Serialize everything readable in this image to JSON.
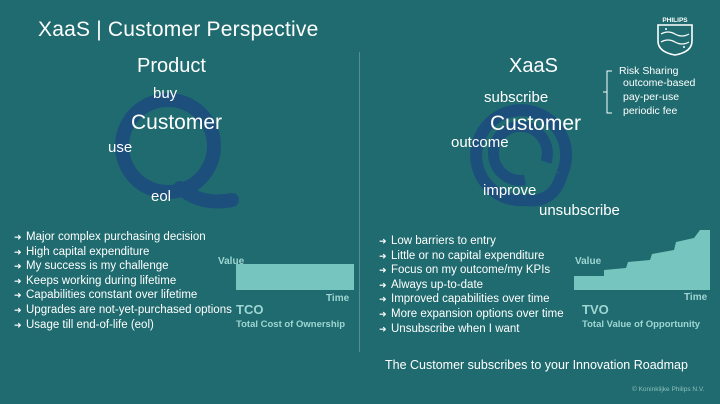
{
  "title": "XaaS | Customer Perspective",
  "logo_text": "PHILIPS",
  "left": {
    "heading": "Product",
    "center": "Customer",
    "words": {
      "buy": "buy",
      "use": "use",
      "eol": "eol"
    },
    "bullets": [
      "Major complex purchasing decision",
      "High capital expenditure",
      "My success is my challenge",
      "Keeps working during lifetime",
      "Capabilities constant over lifetime",
      "Upgrades are not-yet-purchased options",
      "Usage till end-of-life (eol)"
    ],
    "chart": {
      "value_label": "Value",
      "time_label": "Time",
      "acronym": "TCO",
      "full": "Total Cost of Ownership"
    }
  },
  "right": {
    "heading": "XaaS",
    "center": "Customer",
    "words": {
      "subscribe": "subscribe",
      "outcome": "outcome",
      "improve": "improve",
      "unsubscribe": "unsubscribe"
    },
    "risk_sharing": {
      "title": "Risk Sharing",
      "items": [
        "outcome-based",
        "pay-per-use",
        "periodic fee"
      ]
    },
    "bullets": [
      "Low barriers to entry",
      "Little or no capital expenditure",
      "Focus on my outcome/my KPIs",
      "Always up-to-date",
      "Improved capabilities over time",
      "More expansion options over time",
      "Unsubscribe when I want"
    ],
    "chart": {
      "value_label": "Value",
      "time_label": "Time",
      "acronym": "TVO",
      "full": "Total Value of Opportunity"
    }
  },
  "tagline": "The Customer subscribes to your Innovation Roadmap",
  "copyright": "© Koninklijke Philips N.V.",
  "colors": {
    "background": "#1f6b6f",
    "loop": "#1d4f7c",
    "chart_fill": "#7fcfc7",
    "chart_label": "#9fd6d3"
  }
}
